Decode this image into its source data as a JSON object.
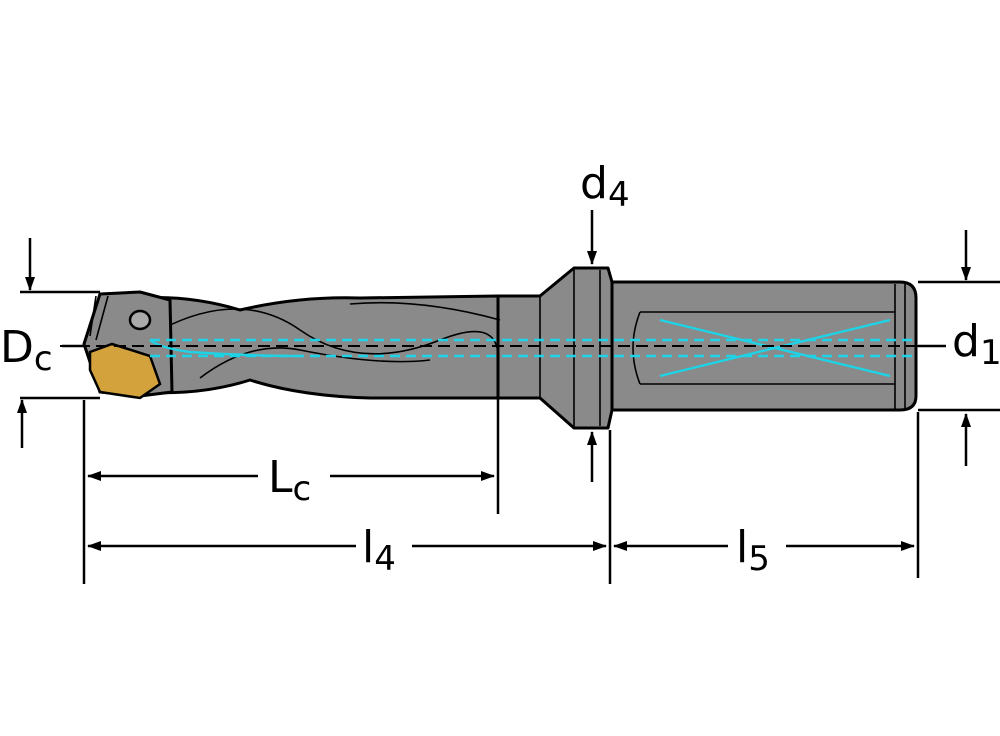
{
  "labels": {
    "Dc": {
      "main": "D",
      "sub": "c"
    },
    "d4": {
      "main": "d",
      "sub": "4"
    },
    "d1": {
      "main": "d",
      "sub": "1"
    },
    "Lc": {
      "main": "L",
      "sub": "c"
    },
    "l4": {
      "main": "l",
      "sub": "4"
    },
    "l5": {
      "main": "l",
      "sub": "5"
    }
  },
  "colors": {
    "body": "#8a8a8a",
    "insert": "#d4a23c",
    "coolant": "#1fd3e6",
    "lines": "#000000"
  }
}
